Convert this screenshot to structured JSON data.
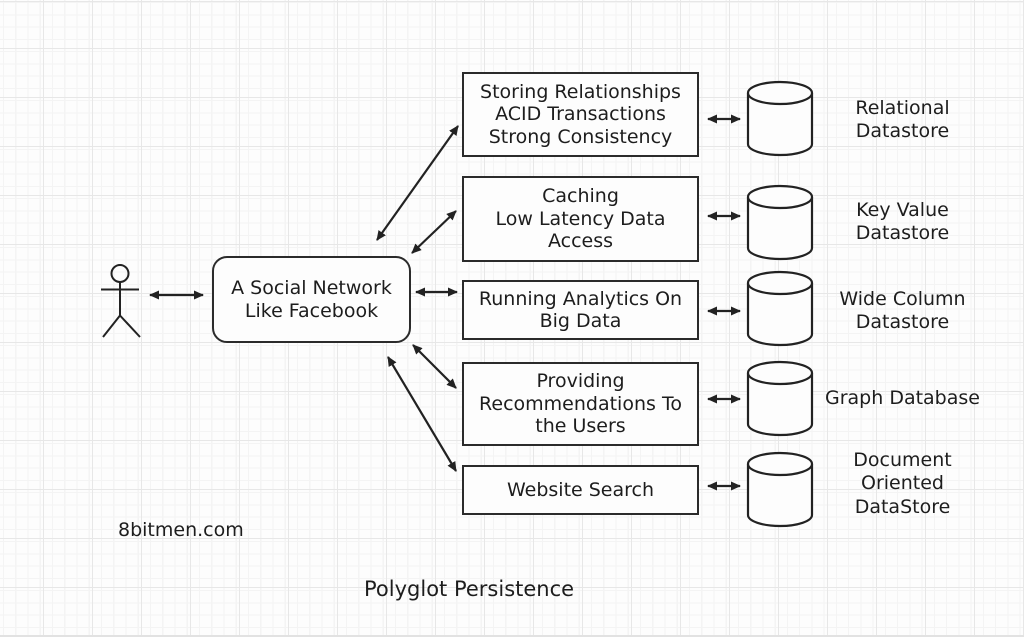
{
  "diagram": {
    "title": "Polyglot Persistence",
    "watermark": "8bitmen.com",
    "actor": {
      "icon": "person-stick-figure-icon"
    },
    "app": {
      "label": "A Social Network\nLike Facebook"
    },
    "rows": [
      {
        "use_case": "Storing Relationships\nACID Transactions\nStrong Consistency",
        "datastore": "Relational\nDatastore",
        "icon": "database-cylinder-icon"
      },
      {
        "use_case": "Caching\nLow Latency Data\nAccess",
        "datastore": "Key Value\nDatastore",
        "icon": "database-cylinder-icon"
      },
      {
        "use_case": "Running Analytics On\nBig Data",
        "datastore": "Wide Column\nDatastore",
        "icon": "database-cylinder-icon"
      },
      {
        "use_case": "Providing\nRecommendations To\nthe Users",
        "datastore": "Graph Database",
        "icon": "database-cylinder-icon"
      },
      {
        "use_case": "Website Search",
        "datastore": "Document\nOriented\nDataStore",
        "icon": "database-cylinder-icon"
      }
    ],
    "connections": [
      "user <-> app",
      "app <-> each use case",
      "each use case <-> its datastore"
    ],
    "colors": {
      "stroke": "#222222",
      "background": "#fdfdfd",
      "grid_major": "#e7e7e7",
      "grid_minor": "#f4f4f4"
    }
  }
}
